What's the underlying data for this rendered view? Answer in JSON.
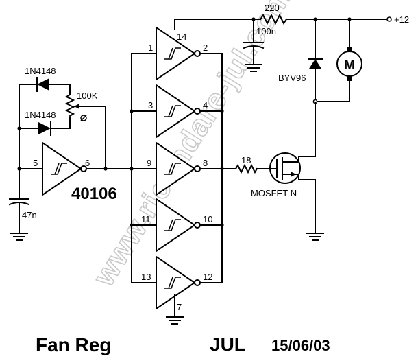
{
  "title": "Fan Reg",
  "author": "JUL",
  "date": "15/06/03",
  "watermark": "www.ricondare-jul.com",
  "chip": "40106",
  "supply": "+12",
  "components": {
    "r_supply": "220",
    "c_supply": "100n",
    "diode_top": "1N4148",
    "diode_bottom": "1N4148",
    "pot": "100K",
    "c_timing": "47n",
    "r_gate": "18",
    "flyback": "BYV96",
    "motor": "M",
    "mosfet": "MOSFET-N"
  },
  "pins": {
    "osc_in": "5",
    "osc_out": "6",
    "g1_in": "1",
    "g1_out": "2",
    "g2_in": "3",
    "g2_out": "4",
    "g3_in": "9",
    "g3_out": "8",
    "g4_in": "11",
    "g4_out": "10",
    "g5_in": "13",
    "g5_out": "12",
    "vcc": "14",
    "gnd": "7"
  }
}
